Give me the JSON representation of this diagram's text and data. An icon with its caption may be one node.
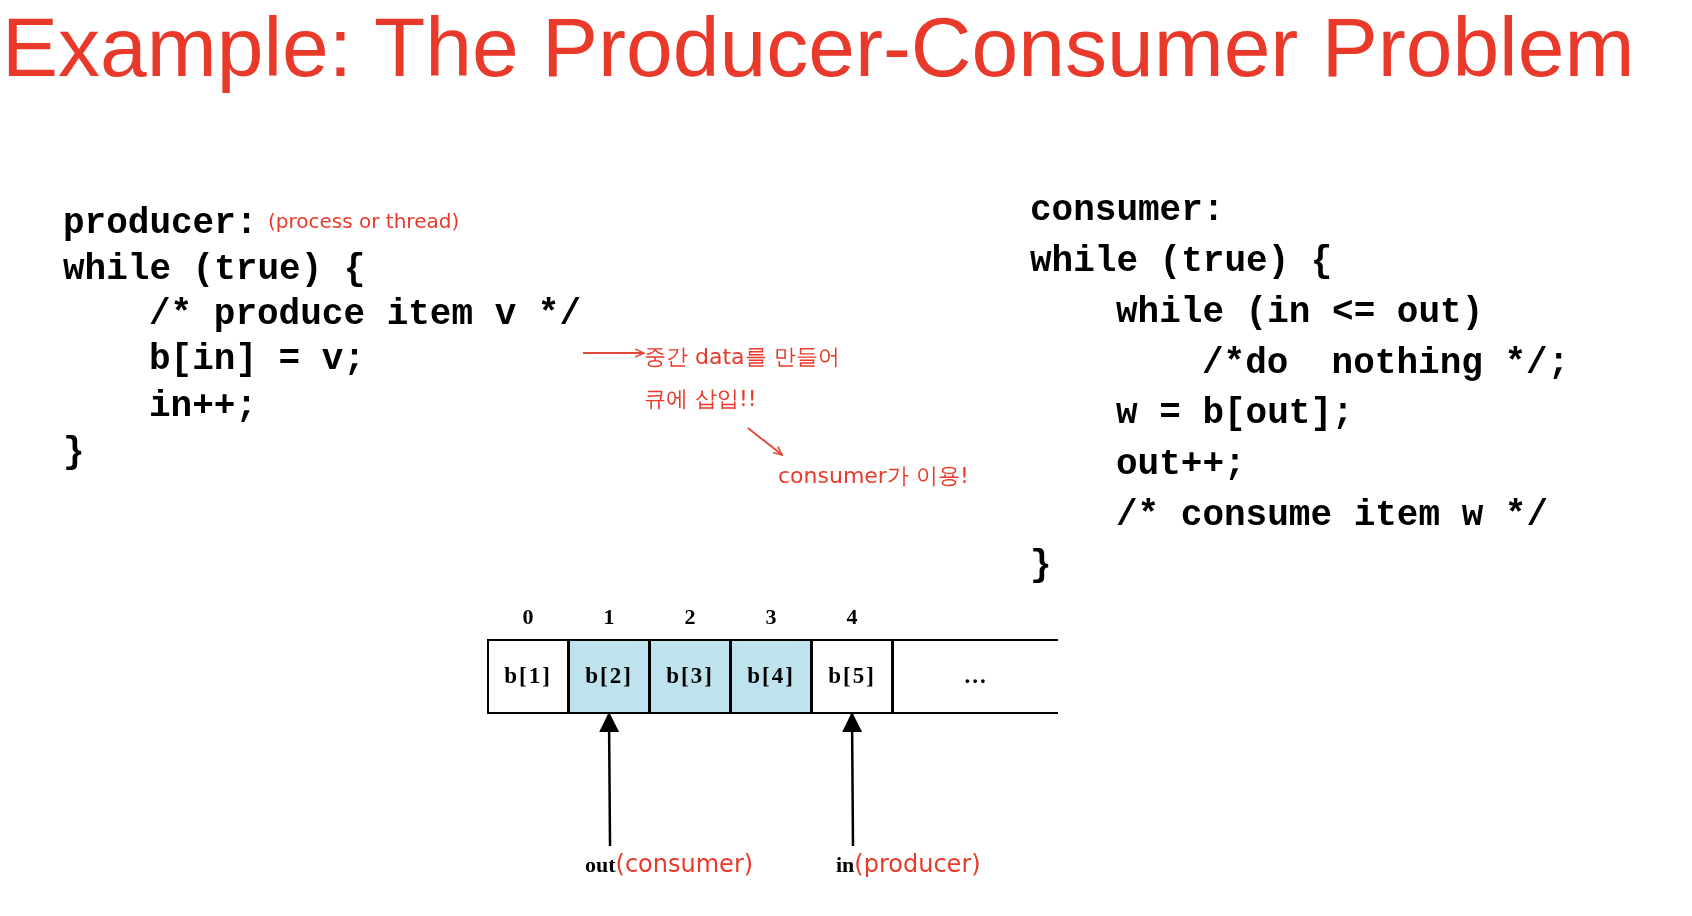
{
  "diagram": {
    "title": "Example: The Producer-Consumer Problem",
    "nodes": [
      {
        "text": [
          "중간 data를 만들어 큐에 삽입!!"
        ]
      },
      {
        "text": [
          "consumer가 이용!"
        ]
      },
      {
        "text": [
          "b[1]"
        ]
      },
      {
        "text": [
          "b[2]"
        ]
      },
      {
        "text": [
          "b[3]"
        ]
      },
      {
        "text": [
          "b[4]"
        ]
      },
      {
        "text": [
          "b[5]"
        ]
      },
      {
        "text": [
          "..."
        ]
      },
      {
        "text": [
          "out",
          "(consumer)"
        ]
      },
      {
        "text": [
          "in",
          "(producer)"
        ]
      }
    ],
    "edges": [
      {
        "from": null,
        "to": 0,
        "arrow": "to",
        "color": "#e04a3a"
      },
      {
        "from": 0,
        "to": 1,
        "arrow": "to",
        "color": "#e04a3a"
      },
      {
        "from": 8,
        "to": 3,
        "arrow": "to",
        "color": "#000000"
      },
      {
        "from": 9,
        "to": 6,
        "arrow": "to",
        "color": "#000000"
      }
    ],
    "labels": [
      "producer:",
      "(process or thread)",
      "while (true) {",
      "/* produce item v */",
      "b[in] = v;",
      "in++;",
      "}",
      "consumer:",
      "while (true) {",
      "while (in <= out)",
      "/*do  nothing */;",
      "w = b[out];",
      "out++;",
      "/* consume item w */",
      "}",
      "0",
      "1",
      "2",
      "3",
      "4"
    ]
  }
}
